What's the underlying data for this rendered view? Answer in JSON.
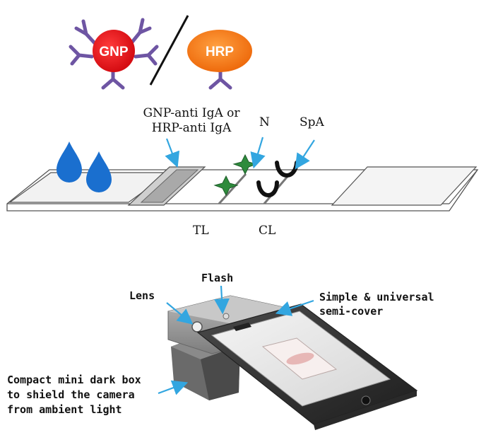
{
  "top_panel": {
    "gnp_badge": "GNP",
    "hrp_badge": "HRP",
    "conjugate_label_line1": "GNP-anti IgA or",
    "conjugate_label_line2": "HRP-anti IgA",
    "n_label": "N",
    "spa_label": "SpA",
    "tl_label": "TL",
    "cl_label": "CL"
  },
  "bottom_panel": {
    "flash_label": "Flash",
    "lens_label": "Lens",
    "cover_label_line1": "Simple & universal",
    "cover_label_line2": "semi-cover",
    "box_label_line1": "Compact mini dark box",
    "box_label_line2": "to shield the camera",
    "box_label_line3": "from ambient light"
  },
  "colors": {
    "gnp_fill": "#e8141c",
    "hrp_fill": "#f2781a",
    "antibody": "#7b5ea8",
    "drop": "#1a6fcf",
    "arrow": "#33a6e0",
    "star": "#2e8b3c"
  }
}
